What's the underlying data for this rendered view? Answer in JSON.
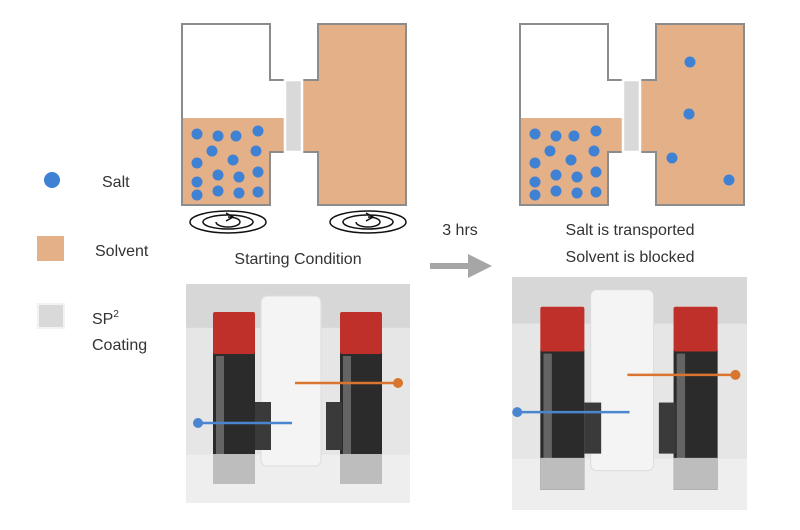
{
  "legend": {
    "salt_label": "Salt",
    "solvent_label": "Solvent",
    "coating_label_main": "SP",
    "coating_label_sup": "2",
    "coating_label_line2": "Coating"
  },
  "before": {
    "caption": "Starting Condition"
  },
  "transition": {
    "label": "3 hrs"
  },
  "after": {
    "caption_line1": "Salt is transported",
    "caption_line2": "Solvent is blocked"
  },
  "colors": {
    "salt": "#3f82d4",
    "solvent": "#e3b088",
    "coating": "#d9d9d9",
    "outline": "#8c8c8c",
    "cap": "#c0302a",
    "orange_marker": "#d9752f",
    "blue_marker": "#4a86cf",
    "arrow": "#a6a6a6"
  }
}
